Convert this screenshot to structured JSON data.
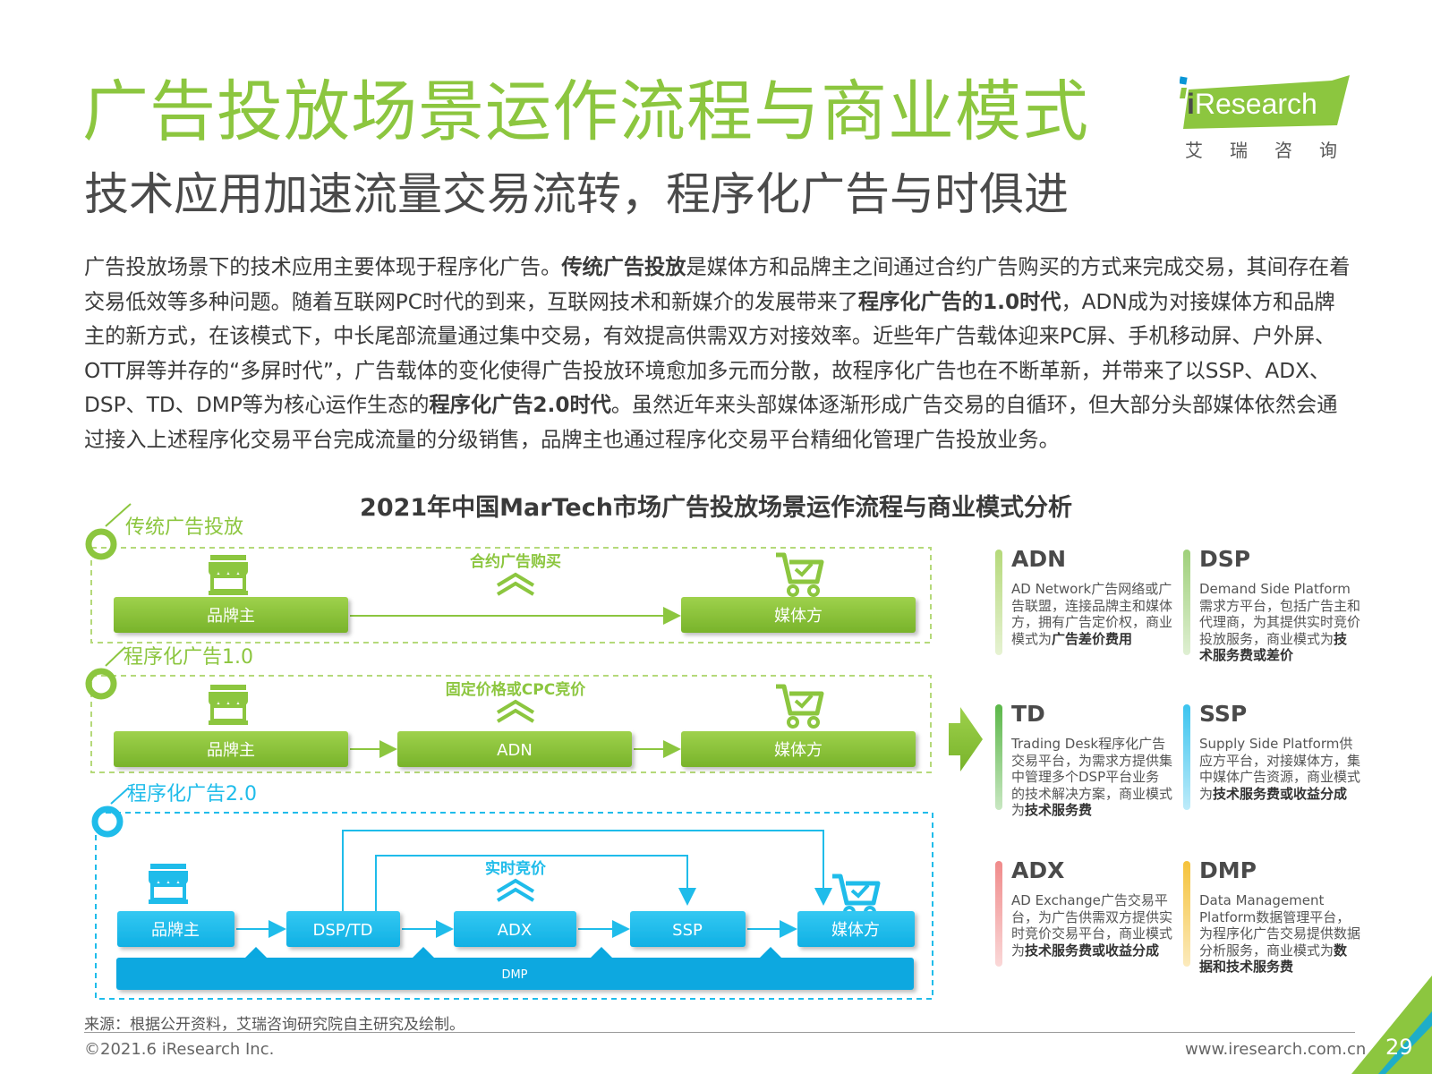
{
  "header": {
    "title": "广告投放场景运作流程与商业模式",
    "subtitle": "技术应用加速流量交易流转，程序化广告与时俱进"
  },
  "logo": {
    "i": "i",
    "name": "Research",
    "chinese": "艾瑞咨询"
  },
  "paragraph": [
    {
      "text": "广告投放场景下的技术应用主要体现于程序化广告。",
      "bold": false
    },
    {
      "text": "传统广告投放",
      "bold": true
    },
    {
      "text": "是媒体方和品牌主之间通过合约广告购买的方式来完成交易，其间存在着交易低效等多种问题。随着互联网PC时代的到来，互联网技术和新媒介的发展带来了",
      "bold": false
    },
    {
      "text": "程序化广告的1.0时代",
      "bold": true
    },
    {
      "text": "，ADN成为对接媒体方和品牌主的新方式，在该模式下，中长尾部流量通过集中交易，有效提高供需双方对接效率。近些年广告载体迎来PC屏、手机移动屏、户外屏、OTT屏等并存的“多屏时代”，广告载体的变化使得广告投放环境愈加多元而分散，故程序化广告也在不断革新，并带来了以SSP、ADX、DSP、TD、DMP等为核心运作生态的",
      "bold": false
    },
    {
      "text": "程序化广告2.0时代",
      "bold": true
    },
    {
      "text": "。虽然近年来头部媒体逐渐形成广告交易的自循环，但大部分头部媒体依然会通过接入上述程序化交易平台完成流量的分级销售，品牌主也通过程序化交易平台精细化管理广告投放业务。",
      "bold": false
    }
  ],
  "figure": {
    "title": "2021年中国MarTech市场广告投放场景运作流程与商业模式分析",
    "sections": {
      "traditional": {
        "label": "传统广告投放",
        "arrow_label": "合约广告购买",
        "nodes": [
          "品牌主",
          "媒体方"
        ]
      },
      "v1": {
        "label": "程序化广告1.0",
        "arrow_label": "固定价格或CPC竞价",
        "nodes": [
          "品牌主",
          "ADN",
          "媒体方"
        ]
      },
      "v2": {
        "label": "程序化广告2.0",
        "arrow_label": "实时竞价",
        "nodes": [
          "品牌主",
          "DSP/TD",
          "ADX",
          "SSP",
          "媒体方"
        ],
        "base": "DMP"
      }
    },
    "colors": {
      "green": "#8cc63f",
      "green_dark": "#7cb92e",
      "blue": "#1fbcea",
      "blue_dark": "#0aa8e0"
    },
    "icons": [
      "shop-icon",
      "cart-icon",
      "double-chevron-icon",
      "big-arrow-icon"
    ]
  },
  "cards": [
    {
      "key": "adn",
      "head": "ADN",
      "color": "#b5d97a",
      "body": [
        {
          "t": "AD Network广告网络或广告联盟，连接品牌主和媒体方，拥有广告定价权，商业模式为",
          "b": false
        },
        {
          "t": "广告差价费用",
          "b": true
        }
      ]
    },
    {
      "key": "dsp",
      "head": "DSP",
      "color": "#9fd07a",
      "body": [
        {
          "t": "Demand Side Platform需求方平台，包括广告主和代理商，为其提供实时竞价投放服务，商业模式为",
          "b": false
        },
        {
          "t": "技术服务费或差价",
          "b": true
        }
      ]
    },
    {
      "key": "td",
      "head": "TD",
      "color": "#5bb748",
      "body": [
        {
          "t": "Trading Desk程序化广告交易平台，为需求方提供集中管理多个DSP平台业务的技术解决方案，商业模式为",
          "b": false
        },
        {
          "t": "技术服务费",
          "b": true
        }
      ]
    },
    {
      "key": "ssp",
      "head": "SSP",
      "color": "#3bc4ef",
      "body": [
        {
          "t": "Supply Side Platform供应方平台，对接媒体方，集中媒体广告资源，商业模式为",
          "b": false
        },
        {
          "t": "技术服务费或收益分成",
          "b": true
        }
      ]
    },
    {
      "key": "adx",
      "head": "ADX",
      "color": "#f08a8a",
      "body": [
        {
          "t": "AD Exchange广告交易平台，为广告供需双方提供实时竞价交易平台，商业模式为",
          "b": false
        },
        {
          "t": "技术服务费或收益分成",
          "b": true
        }
      ]
    },
    {
      "key": "dmp",
      "head": "DMP",
      "color": "#f5c23a",
      "body": [
        {
          "t": "Data Management Platform数据管理平台，为程序化广告交易提供数据分析服务，商业模式为",
          "b": false
        },
        {
          "t": "数据和技术服务费",
          "b": true
        }
      ]
    }
  ],
  "footer": {
    "source": "来源：根据公开资料，艾瑞咨询研究院自主研究及绘制。",
    "copyright": "©2021.6 iResearch Inc.",
    "website": "www.iresearch.com.cn",
    "page": "29"
  }
}
